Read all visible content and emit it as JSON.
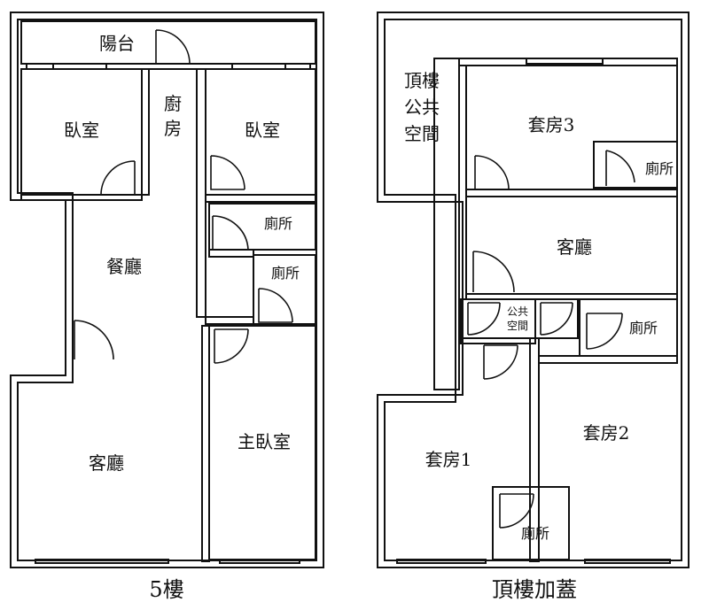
{
  "floor5": {
    "caption": "5樓",
    "balcony": "陽台",
    "bedroom_left": "臥室",
    "kitchen_line1": "廚",
    "kitchen_line2": "房",
    "bedroom_right": "臥室",
    "toilet_upper": "廁所",
    "toilet_lower": "廁所",
    "dining": "餐廳",
    "living": "客廳",
    "master_bedroom": "主臥室"
  },
  "rooftop": {
    "caption": "頂樓加蓋",
    "public_space_line1": "頂樓",
    "public_space_line2": "公共",
    "public_space_line3": "空間",
    "suite3": "套房3",
    "toilet_suite3": "廁所",
    "living": "客廳",
    "public_small_line1": "公共",
    "public_small_line2": "空間",
    "toilet_mid": "廁所",
    "suite1": "套房1",
    "suite2": "套房2",
    "toilet_suite1": "廁所"
  }
}
